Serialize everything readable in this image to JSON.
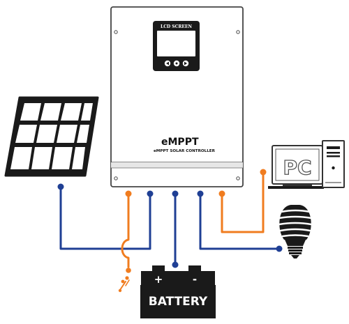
{
  "controller": {
    "lcd_label": "LCD SCREEN",
    "brand": "eMPPT",
    "subtitle": "eMPPT SOLAR CONTROLLER"
  },
  "pc": {
    "label": "PC"
  },
  "battery": {
    "label": "BATTERY",
    "positive": "+",
    "negative": "-"
  },
  "colors": {
    "dc_wire": "#1f3f94",
    "sensor_wire": "#f07c1f",
    "outline": "#444444",
    "dark": "#222222"
  },
  "icons": {
    "solar_panel": "solar-panel-icon",
    "pc": "desktop-pc-icon",
    "bulb": "cfl-bulb-icon",
    "battery": "battery-icon",
    "sensor": "temperature-sensor-icon"
  }
}
